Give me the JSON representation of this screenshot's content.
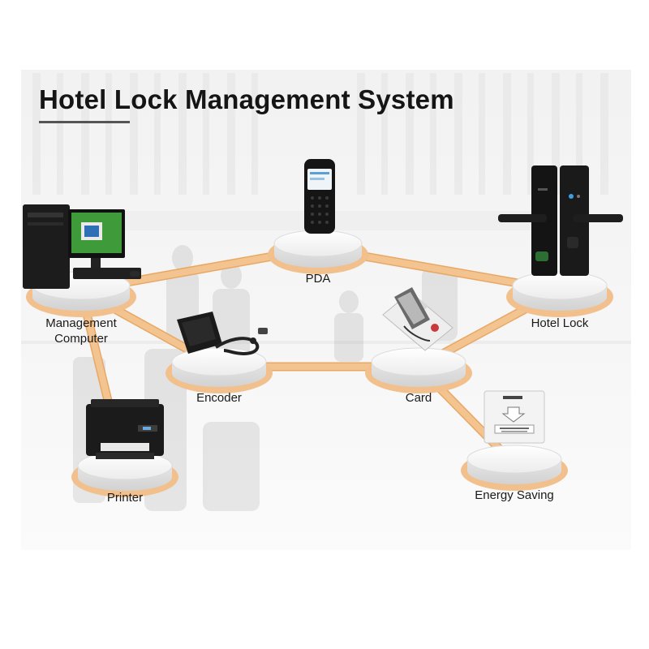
{
  "title": "Hotel Lock Management System",
  "nodes": {
    "management_computer": {
      "label": "Management\nComputer"
    },
    "pda": {
      "label": "PDA"
    },
    "hotel_lock": {
      "label": "Hotel Lock"
    },
    "encoder": {
      "label": "Encoder"
    },
    "card": {
      "label": "Card"
    },
    "printer": {
      "label": "Printer"
    },
    "energy_saving": {
      "label": "Energy Saving"
    }
  },
  "connections": [
    [
      "management_computer",
      "pda"
    ],
    [
      "pda",
      "hotel_lock"
    ],
    [
      "management_computer",
      "encoder"
    ],
    [
      "encoder",
      "card"
    ],
    [
      "card",
      "hotel_lock"
    ],
    [
      "management_computer",
      "printer"
    ],
    [
      "card",
      "energy_saving"
    ]
  ],
  "colors": {
    "connector": "#f3c490",
    "connector_outline": "#e8a865",
    "pedestal_rim": "#f1c08c",
    "pedestal_top": "#f7f7f7",
    "title": "#151515"
  },
  "icons": {
    "management_computer": "desktop-computer-icon",
    "pda": "pda-handheld-icon",
    "hotel_lock": "door-lock-icon",
    "encoder": "card-encoder-icon",
    "card": "rfid-card-icon",
    "printer": "printer-icon",
    "energy_saving": "energy-saving-switch-icon"
  }
}
